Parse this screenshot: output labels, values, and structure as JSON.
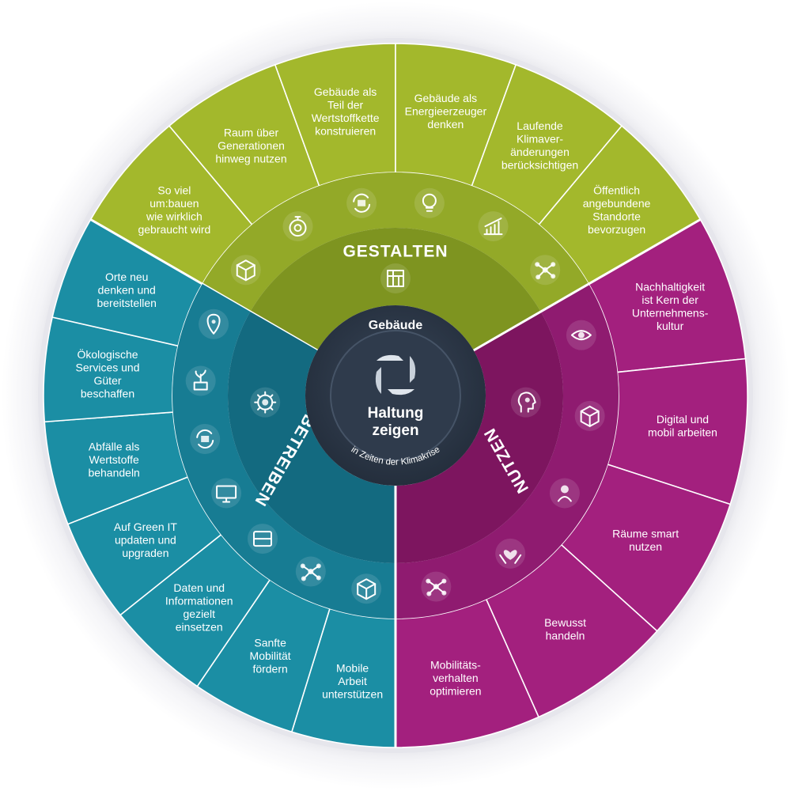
{
  "colors": {
    "gestalten": "#a3b82c",
    "gestalten_dark": "#7e9420",
    "gestalten_mid": "#93a928",
    "betreiben": "#1b8ea4",
    "betreiben_dark": "#136a80",
    "betreiben_mid": "#177c93",
    "nutzen": "#a3207e",
    "nutzen_dark": "#7d155f",
    "nutzen_mid": "#8f1b70",
    "center": "#2b3748",
    "center_ring": "#3e4b5d",
    "outer_ring": "#e9e9ee"
  },
  "center": {
    "top_label": "Gebäude",
    "title_line1": "Haltung",
    "title_line2": "zeigen",
    "arc_label": "in Zeiten der Klimakrise",
    "icon": "hands-cycle-icon"
  },
  "sectors": [
    {
      "id": "gestalten",
      "title": "GESTALTEN",
      "icon": "building-icon",
      "segments": [
        {
          "lines": [
            "So viel",
            "um:bauen",
            "wie wirklich",
            "gebraucht wird"
          ],
          "icon": "cube-icon"
        },
        {
          "lines": [
            "Raum über",
            "Generationen",
            "hinweg nutzen"
          ],
          "icon": "stopwatch-icon"
        },
        {
          "lines": [
            "Gebäude als",
            "Teil der",
            "Wertstoffkette",
            "konstruieren"
          ],
          "icon": "recycle-box-icon"
        },
        {
          "lines": [
            "Gebäude als",
            "Energieerzeuger",
            "denken"
          ],
          "icon": "lightbulb-icon"
        },
        {
          "lines": [
            "Laufende",
            "Klimaver-",
            "änderungen",
            "berücksichtigen"
          ],
          "icon": "chart-icon"
        },
        {
          "lines": [
            "Öffentlich",
            "angebundene",
            "Standorte",
            "bevorzugen"
          ],
          "icon": "network-icon"
        }
      ]
    },
    {
      "id": "nutzen",
      "title": "NUTZEN",
      "icon": "head-profile-icon",
      "segments": [
        {
          "lines": [
            "Nachhaltigkeit",
            "ist Kern der",
            "Unternehmens-",
            "kultur"
          ],
          "icon": "eye-icon"
        },
        {
          "lines": [
            "Digital und",
            "mobil arbeiten"
          ],
          "icon": "digital-cube-icon"
        },
        {
          "lines": [
            "Räume smart",
            "nutzen"
          ],
          "icon": "person-location-icon"
        },
        {
          "lines": [
            "Bewusst",
            "handeln"
          ],
          "icon": "heart-hands-icon"
        },
        {
          "lines": [
            "Mobilitäts-",
            "verhalten",
            "optimieren"
          ],
          "icon": "molecule-icon"
        }
      ]
    },
    {
      "id": "betreiben",
      "title": "BETREIBEN",
      "icon": "gear-icon",
      "segments": [
        {
          "lines": [
            "Mobile",
            "Arbeit",
            "unterstützen"
          ],
          "icon": "glowing-cube-icon"
        },
        {
          "lines": [
            "Sanfte",
            "Mobilität",
            "fördern"
          ],
          "icon": "network-nodes-icon"
        },
        {
          "lines": [
            "Daten und",
            "Informationen",
            "gezielt",
            "einsetzen"
          ],
          "icon": "server-icon"
        },
        {
          "lines": [
            "Auf Green IT",
            "updaten und",
            "upgraden"
          ],
          "icon": "monitor-plant-icon"
        },
        {
          "lines": [
            "Abfälle als",
            "Wertstoffe",
            "behandeln"
          ],
          "icon": "recycle-bin-icon"
        },
        {
          "lines": [
            "Ökologische",
            "Services und",
            "Güter",
            "beschaffen"
          ],
          "icon": "plant-box-icon"
        },
        {
          "lines": [
            "Orte neu",
            "denken und",
            "bereitstellen"
          ],
          "icon": "location-question-icon"
        }
      ]
    }
  ]
}
